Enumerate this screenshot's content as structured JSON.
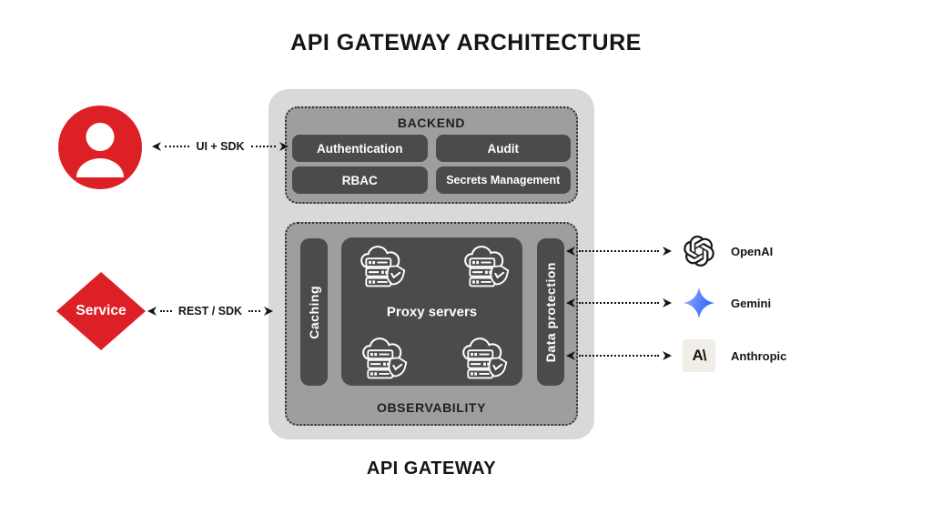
{
  "title": "API GATEWAY ARCHITECTURE",
  "colors": {
    "accent_red": "#dd2026",
    "outer_box_gray": "#d9d9d9",
    "section_gray": "#9e9e9e",
    "module_dark_gray": "#4b4b4b",
    "text_dark": "#141414",
    "anthropic_beige": "#f0eee6",
    "gemini_gradient_from": "#a5b6fe",
    "gemini_gradient_to": "#2f66f8"
  },
  "actors": {
    "user": {
      "connector_label": "UI + SDK"
    },
    "service": {
      "label": "Service",
      "connector_label": "REST / SDK"
    }
  },
  "gateway": {
    "caption": "API GATEWAY",
    "backend": {
      "title": "BACKEND",
      "components": [
        "Authentication",
        "Audit",
        "RBAC",
        "Secrets Management"
      ]
    },
    "observability": {
      "title": "OBSERVABILITY",
      "left_module": "Caching",
      "center_module": "Proxy servers",
      "right_module": "Data protection"
    }
  },
  "providers": [
    {
      "name": "OpenAI",
      "icon": "openai-logo"
    },
    {
      "name": "Gemini",
      "icon": "gemini-logo"
    },
    {
      "name": "Anthropic",
      "icon": "anthropic-logo",
      "glyph": "A\\"
    }
  ]
}
